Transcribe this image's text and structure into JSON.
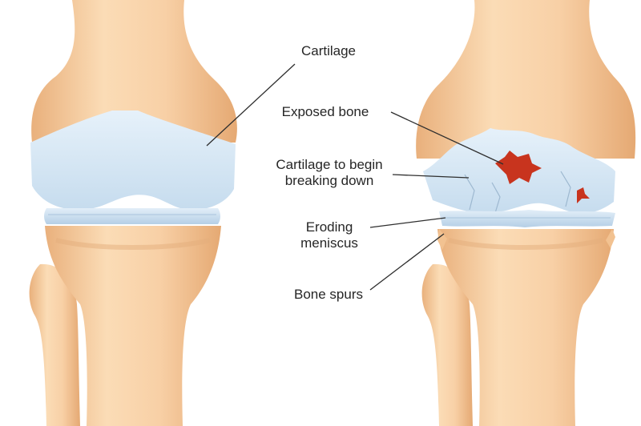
{
  "labels": {
    "cartilage": "Cartilage",
    "exposed_bone": "Exposed bone",
    "breaking_line1": "Cartilage to begin",
    "breaking_line2": "breaking down",
    "eroding_line1": "Eroding",
    "eroding_line2": "meniscus",
    "bone_spurs": "Bone spurs"
  },
  "colors": {
    "background": "#ffffff",
    "bone": "#f5c79a",
    "bone_shadow": "#e3ab78",
    "cartilage": "#dcecf8",
    "meniscus": "#c9def0",
    "exposed_bone": "#c8341e",
    "leader_line": "#2e2e2e",
    "text": "#262626"
  }
}
